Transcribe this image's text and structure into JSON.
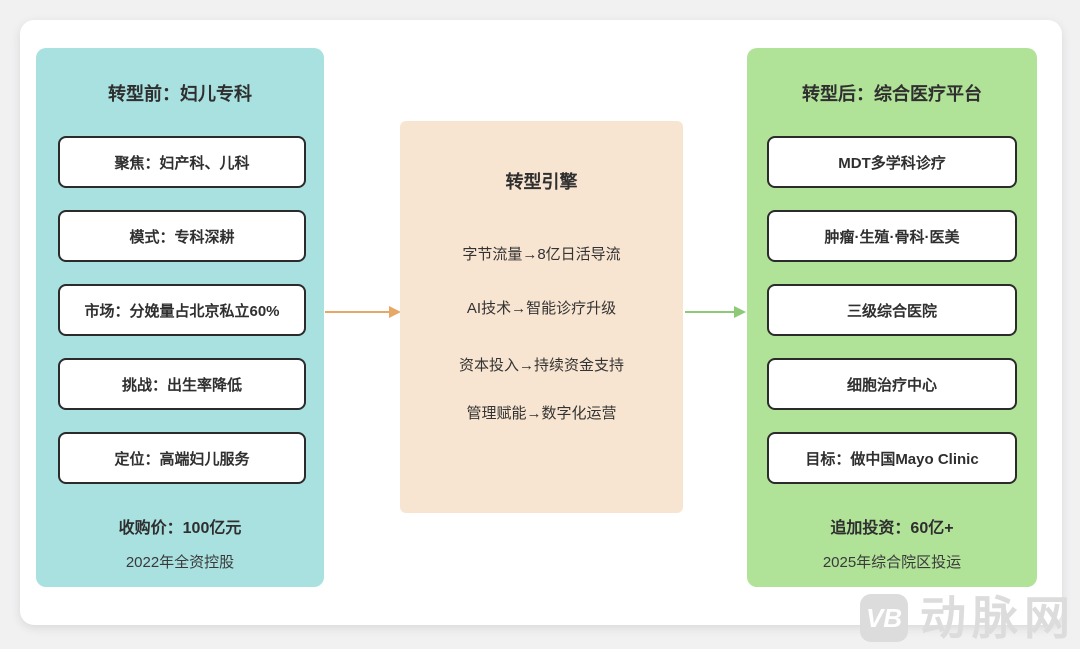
{
  "page": {
    "background_color": "#f1f1f2",
    "card_color": "#ffffff"
  },
  "left_panel": {
    "title": "转型前：妇儿专科",
    "background_color": "#a8e1e0",
    "items": [
      "聚焦：妇产科、儿科",
      "模式：专科深耕",
      "市场：分娩量占北京私立60%",
      "挑战：出生率降低",
      "定位：高端妇儿服务"
    ],
    "footer_bold": "收购价：100亿元",
    "footer_note": "2022年全资控股"
  },
  "center_panel": {
    "title": "转型引擎",
    "background_color": "#f8e5d1",
    "items": [
      "字节流量→8亿日活导流",
      "AI技术→智能诊疗升级",
      "资本投入→持续资金支持",
      "管理赋能→数字化运营"
    ]
  },
  "right_panel": {
    "title": "转型后：综合医疗平台",
    "background_color": "#b0e298",
    "items": [
      "MDT多学科诊疗",
      "肿瘤·生殖·骨科·医美",
      "三级综合医院",
      "细胞治疗中心",
      "目标：做中国Mayo Clinic"
    ],
    "footer_bold": "追加投资：60亿+",
    "footer_note": "2025年综合院区投运"
  },
  "arrows": {
    "left_to_center_color": "#e7a766",
    "center_to_right_color": "#8dc977"
  },
  "watermark": {
    "logo": "VB",
    "text": "动脉网",
    "color": "#dcdcdc"
  }
}
